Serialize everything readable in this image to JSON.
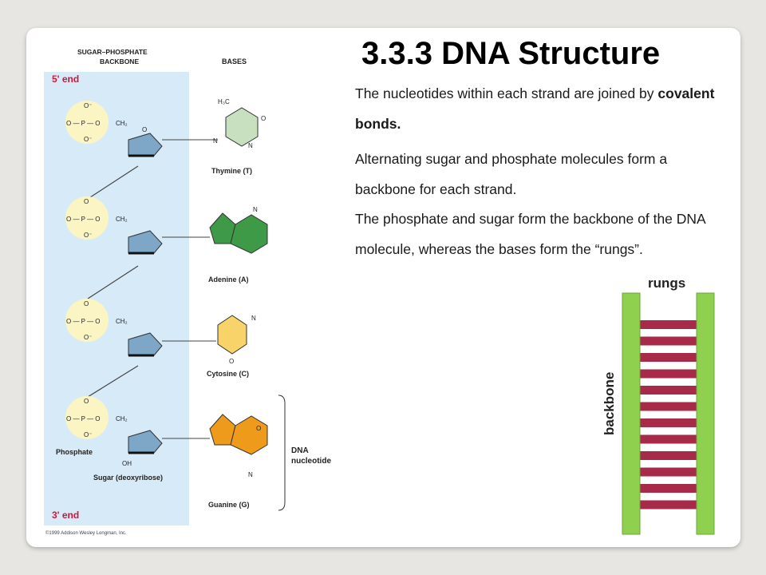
{
  "slide": {
    "title": "3.3.3 DNA Structure",
    "paragraphs": {
      "p1_text": "The nucleotides within each strand are joined by ",
      "p1_bold": "covalent bonds.",
      "p2_text": " Alternating sugar and phosphate molecules form a backbone for each strand.",
      "p3_text": "The phosphate and sugar form the backbone of the DNA molecule, whereas the bases form the “rungs”."
    }
  },
  "figure": {
    "header_backbone_1": "SUGAR–PHOSPHATE",
    "header_backbone_2": "BACKBONE",
    "header_bases": "BASES",
    "five_end": "5' end",
    "three_end": "3' end",
    "copyright": "©1999 Addison Wesley Longman, Inc.",
    "phosphate_label": "Phosphate",
    "sugar_label": "Sugar (deoxyribose)",
    "dna_nucleotide_1": "DNA",
    "dna_nucleotide_2": "nucleotide",
    "bases": [
      "Thymine (T)",
      "Adenine (A)",
      "Cytosine (C)",
      "Guanine (G)"
    ],
    "colors": {
      "backbone_bg": "#d6eaf8",
      "phosphate": "#fbf5c4",
      "sugar": "#7ea6c7",
      "thymine": "#c8e0c0",
      "adenine": "#3f9a48",
      "cytosine": "#f7d36a",
      "guanine": "#ee9a1b"
    }
  },
  "ladder": {
    "rungs_label": "rungs",
    "backbone_label": "backbone",
    "rung_count": 12,
    "colors": {
      "rail": "#8fd14f",
      "rung": "#a72a48"
    }
  }
}
